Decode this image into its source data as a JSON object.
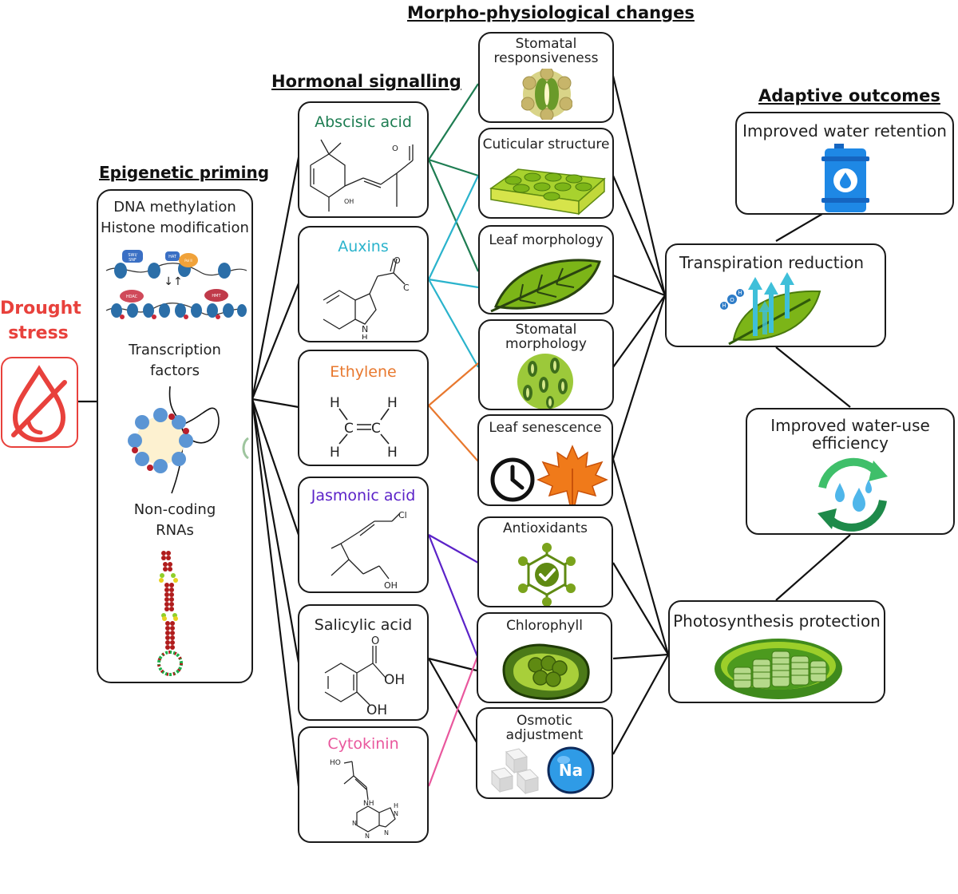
{
  "headings": {
    "morpho": "Morpho-physiological changes",
    "hormonal": "Hormonal signalling",
    "adaptive": "Adaptive outcomes",
    "epigenetic": "Epigenetic priming"
  },
  "drought": {
    "label_line1": "Drought",
    "label_line2": "stress",
    "color": "#e8413c"
  },
  "epigenetic": {
    "line1": "DNA methylation",
    "line2": "Histone modification",
    "tf_line1": "Transcription",
    "tf_line2": "factors",
    "nc_line1": "Non-coding",
    "nc_line2": "RNAs",
    "swi_label": "SWI/\nSNF",
    "hat_label": "HAT",
    "pol_label": "RNA\nPol II",
    "hdac_label": "HDAC",
    "hmt_label": "HMT"
  },
  "hormones": {
    "abscisic": {
      "label": "Abscisic acid",
      "color": "#1e7d52",
      "oh": "OH"
    },
    "auxins": {
      "label": "Auxins",
      "color": "#2ab3cc",
      "o": "O",
      "c": "C",
      "n": "N",
      "h": "H"
    },
    "ethylene": {
      "label": "Ethylene",
      "color": "#e8782e",
      "h": "H",
      "c": "C"
    },
    "jasmonic": {
      "label": "Jasmonic acid",
      "color": "#5b22c8",
      "cl": "Cl",
      "oh": "OH"
    },
    "salicylic": {
      "label": "Salicylic acid",
      "color": "#222222",
      "o": "O",
      "oh": "OH"
    },
    "cytokinin": {
      "label": "Cytokinin",
      "color": "#e9579d",
      "ho": "HO",
      "nh": "NH",
      "n": "N",
      "h": "H"
    }
  },
  "morpho": {
    "stomatal_resp": {
      "line1": "Stomatal",
      "line2": "responsiveness"
    },
    "cuticular": {
      "label": "Cuticular structure"
    },
    "leaf_morph": {
      "label": "Leaf morphology"
    },
    "stomatal_morph": {
      "line1": "Stomatal",
      "line2": "morphology"
    },
    "senescence": {
      "label": "Leaf senescence"
    },
    "antioxidants": {
      "label": "Antioxidants"
    },
    "chlorophyll": {
      "label": "Chlorophyll"
    },
    "osmotic": {
      "line1": "Osmotic",
      "line2": "adjustment",
      "na": "Na"
    }
  },
  "outcomes": {
    "water_retention": {
      "label": "Improved water retention"
    },
    "transpiration": {
      "label": "Transpiration reduction",
      "h": "H",
      "o": "O"
    },
    "wue": {
      "line1": "Improved water-use",
      "line2": "efficiency"
    },
    "photosynthesis": {
      "label": "Photosynthesis protection"
    }
  },
  "colors": {
    "aba_line": "#1e7d52",
    "auxin_line": "#2ab3cc",
    "ethylene_line": "#e8782e",
    "jasmonic_line": "#5b22c8",
    "cytokinin_line": "#e9579d",
    "leaf_green": "#7cb518",
    "water_blue": "#1e88e5",
    "dark_green": "#3f6e1c"
  }
}
